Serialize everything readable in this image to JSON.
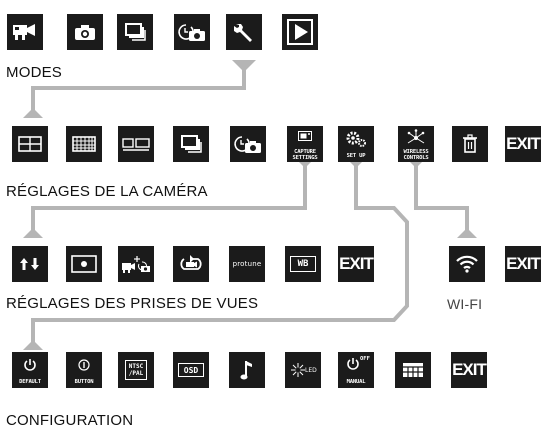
{
  "modes": {
    "label": "MODES",
    "tiles": [
      {
        "icon": "video-camera-icon"
      },
      {
        "icon": "photo-camera-icon"
      },
      {
        "icon": "burst-icon"
      },
      {
        "icon": "time-lapse-icon"
      },
      {
        "icon": "wrench-icon"
      },
      {
        "icon": "play-icon"
      }
    ]
  },
  "camera_settings": {
    "label": "RÉGLAGES DE LA CAMÉRA",
    "capture_line1": "CAPTURE",
    "capture_line2": "SETTINGS",
    "setup_label": "SET UP",
    "wireless_line1": "WIRELESS",
    "wireless_line2": "CONTROLS",
    "exit": "EXIT"
  },
  "capture_settings": {
    "label": "RÉGLAGES DES PRISES DE VUES",
    "protune": "protune",
    "wb": "WB",
    "exit": "EXIT"
  },
  "wifi": {
    "label": "WI-FI",
    "exit": "EXIT"
  },
  "configuration": {
    "label": "CONFIGURATION",
    "default_label": "DEFAULT",
    "button_label": "BUTTON",
    "ntsc": "NTSC",
    "pal": "/PAL",
    "osd": "OSD",
    "led": "LED",
    "off": "OFF",
    "manual": "MANUAL",
    "exit": "EXIT"
  },
  "colors": {
    "tile": "#1b1b1b",
    "connector": "#b5b5b5",
    "text": "#111111"
  }
}
